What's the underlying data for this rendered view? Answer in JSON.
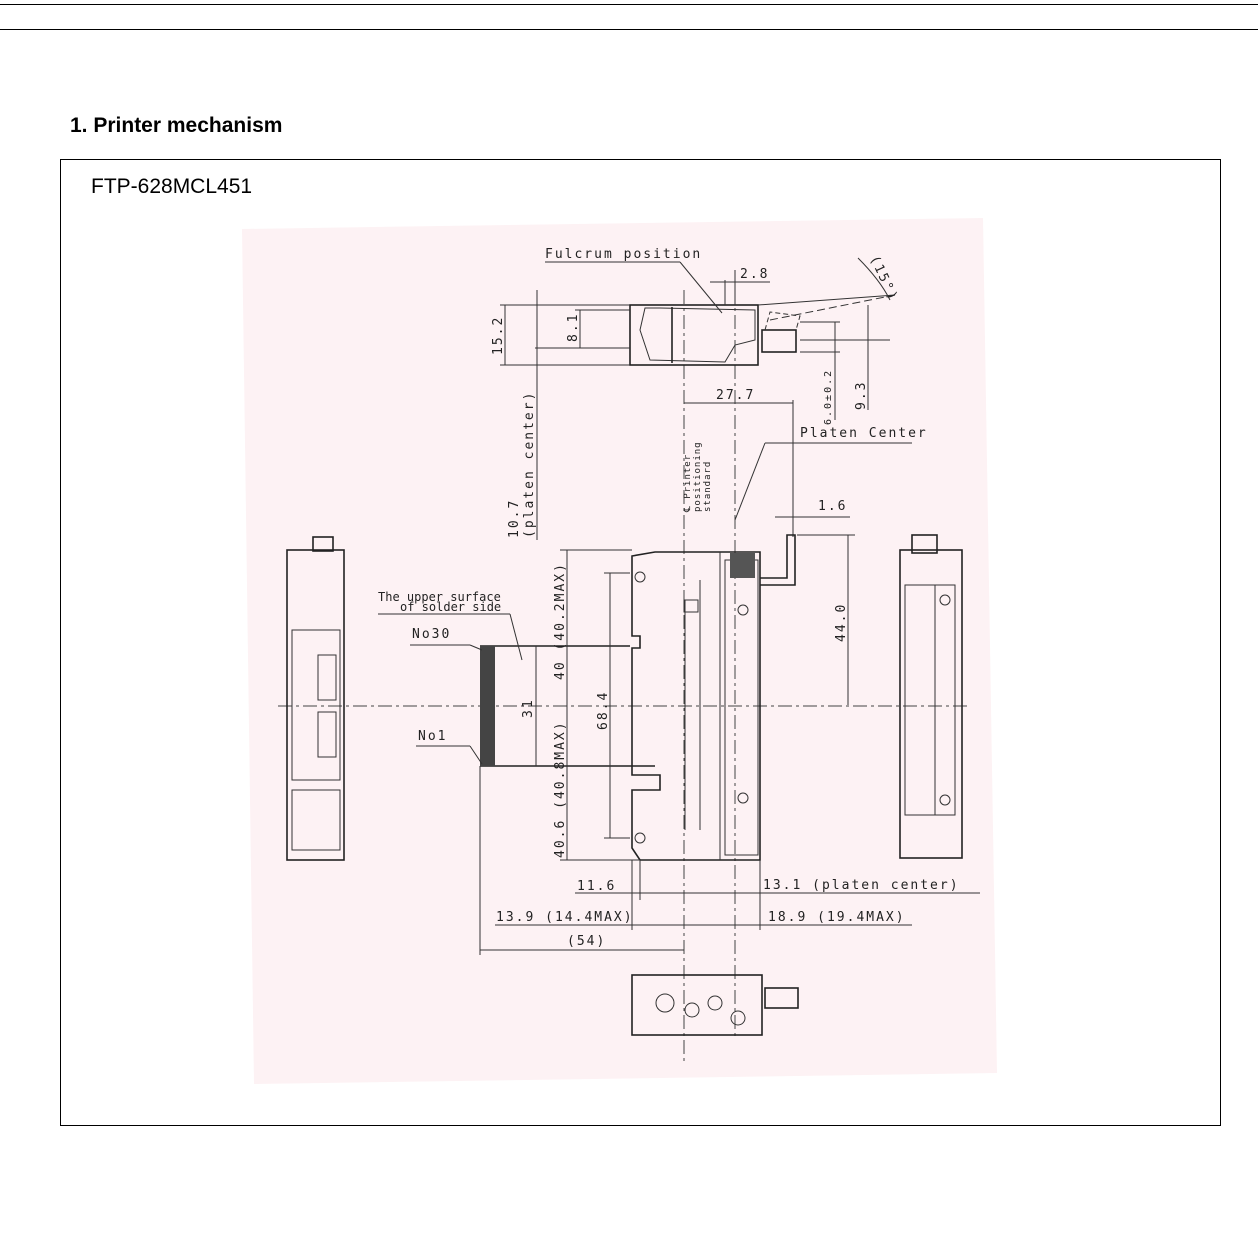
{
  "document": {
    "section_title": "1. Printer mechanism",
    "model_name": "FTP-628MCL451"
  },
  "drawing": {
    "background_color": "#fdf2f4",
    "labels": {
      "fulcrum": "Fulcrum position",
      "dim_2_8": "2.8",
      "angle": "(15°)",
      "dim_15_2": "15.2",
      "dim_8_1": "8.1",
      "dim_10_7": "10.7",
      "platen_center_paren": "(platen center)",
      "dim_27_7": "27.7",
      "dim_6_0": "6.0±0.2",
      "dim_9_3": "9.3",
      "platen_center": "Platen Center",
      "positioning_1": "℄ Printer",
      "positioning_2": "positioning",
      "positioning_3": "standard",
      "dim_1_6": "1.6",
      "solder_1": "The upper surface",
      "solder_2": "of solder side",
      "no30": "No30",
      "no1": "No1",
      "dim_40_upper": "40 (40.2MAX)",
      "dim_40_lower": "40.6 (40.8MAX)",
      "dim_31": "31",
      "dim_68_4": "68.4",
      "dim_44_0": "44.0",
      "dim_11_6": "11.6",
      "dim_13_1": "13.1 (platen center)",
      "dim_13_9": "13.9 (14.4MAX)",
      "dim_18_9": "18.9 (19.4MAX)",
      "dim_54": "(54)"
    }
  }
}
